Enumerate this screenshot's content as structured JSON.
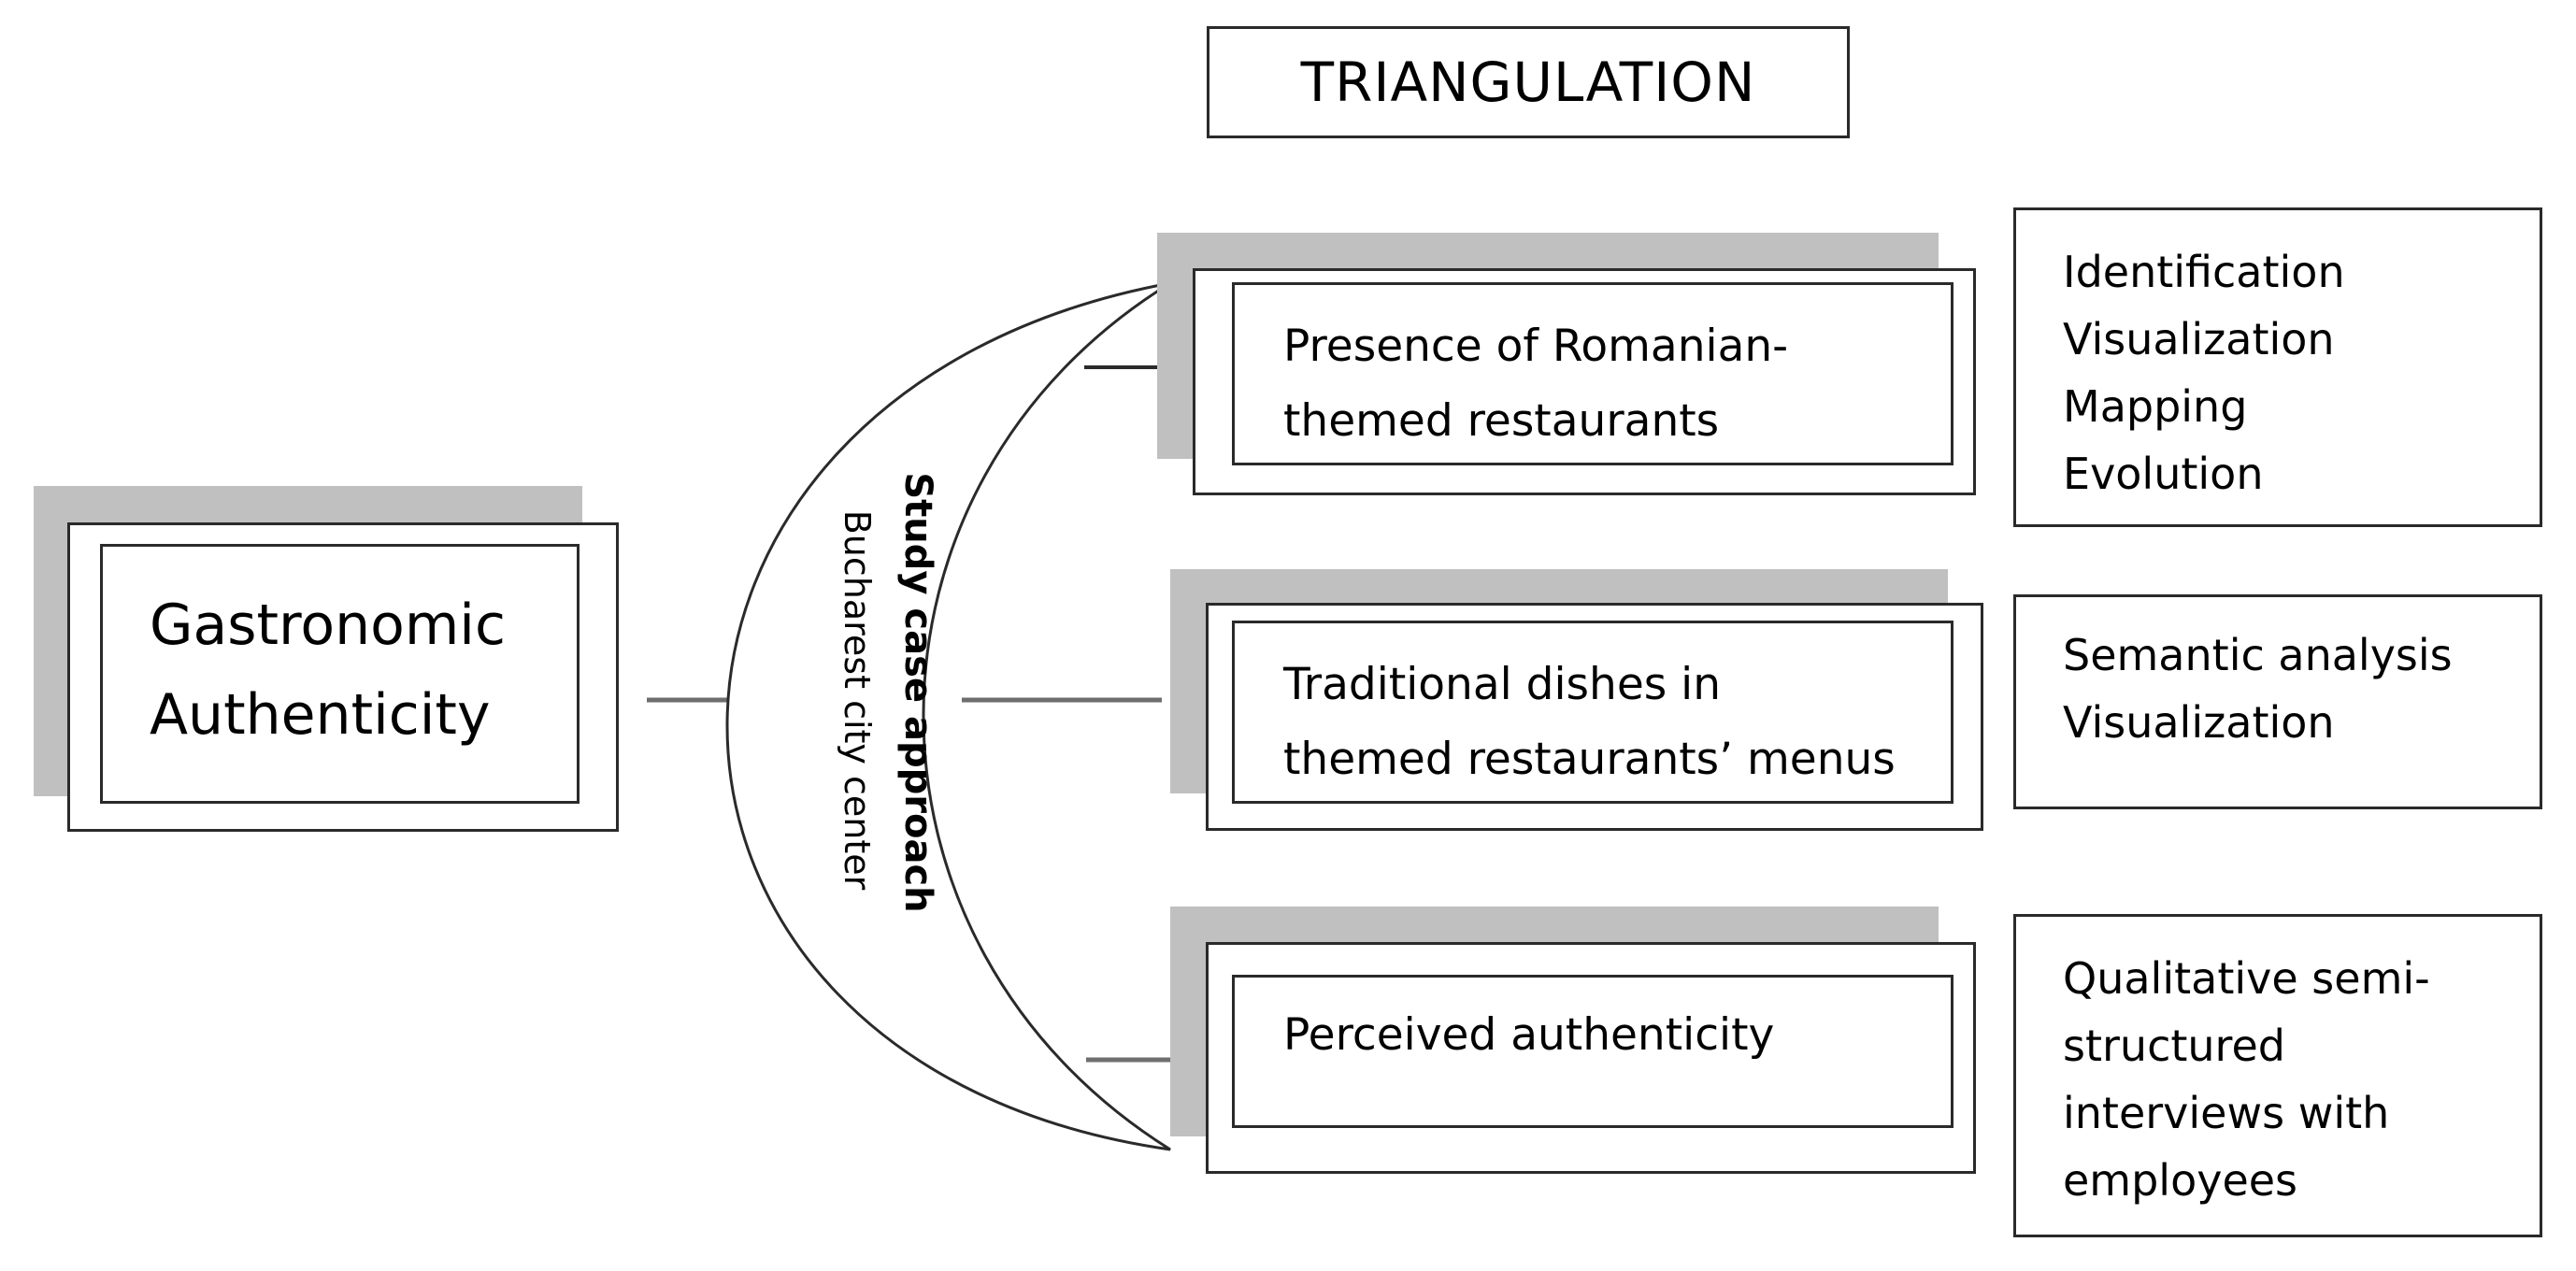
{
  "title": "TRIANGULATION",
  "core": {
    "lines": [
      "Gastronomic",
      "Authenticity"
    ]
  },
  "approach": {
    "main": "Study case approach",
    "sub": "Bucharest city center"
  },
  "items": [
    {
      "lines": [
        "Presence of Romanian-",
        "themed restaurants"
      ],
      "methods": [
        "Identification",
        "Visualization",
        "Mapping",
        "Evolution"
      ]
    },
    {
      "lines": [
        "Traditional dishes in",
        "themed restaurants’ menus"
      ],
      "methods": [
        "Semantic analysis",
        "Visualization"
      ]
    },
    {
      "lines": [
        "Perceived authenticity"
      ],
      "methods": [
        "Qualitative semi-",
        "structured",
        "interviews with",
        "employees"
      ]
    }
  ]
}
